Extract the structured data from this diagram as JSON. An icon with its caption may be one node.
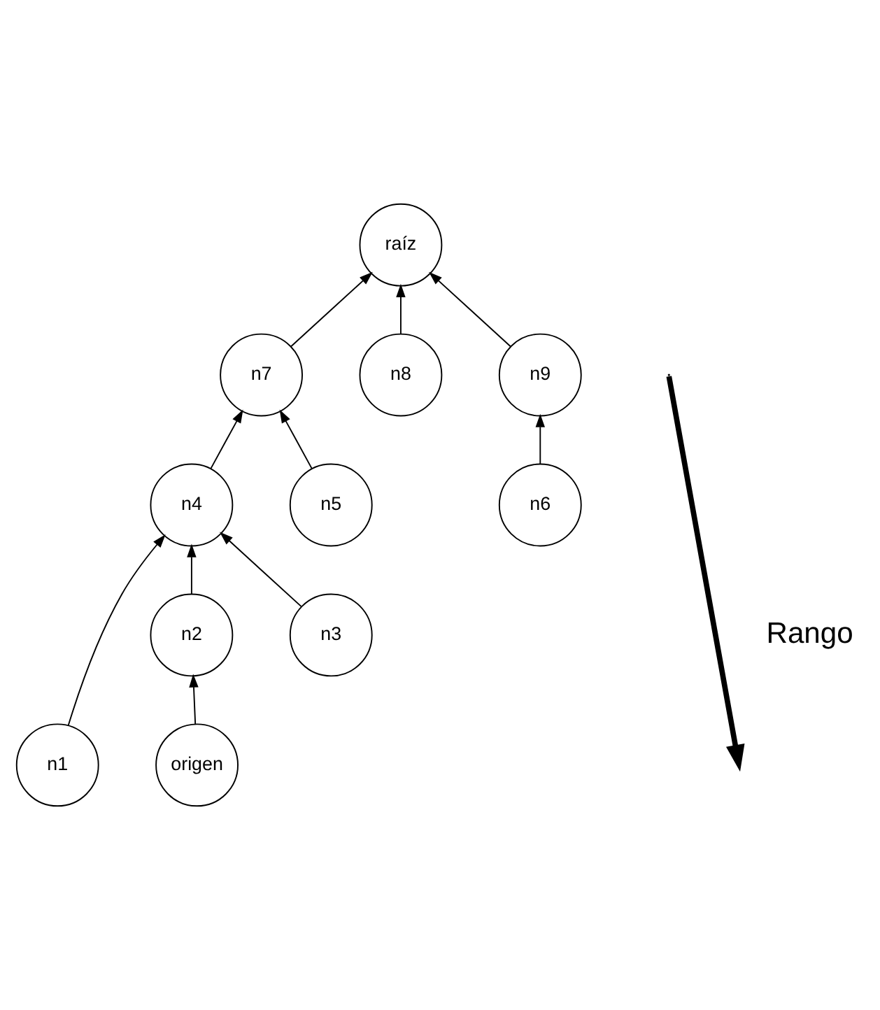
{
  "diagram": {
    "nodes": [
      {
        "text": [
          "raíz"
        ]
      },
      {
        "text": [
          "n7"
        ]
      },
      {
        "text": [
          "n8"
        ]
      },
      {
        "text": [
          "n9"
        ]
      },
      {
        "text": [
          "n4"
        ]
      },
      {
        "text": [
          "n5"
        ]
      },
      {
        "text": [
          "n6"
        ]
      },
      {
        "text": [
          "n1"
        ]
      },
      {
        "text": [
          "n2"
        ]
      },
      {
        "text": [
          "n3"
        ]
      },
      {
        "text": [
          "origen"
        ]
      }
    ],
    "edges": [
      {
        "from": 1,
        "to": 0,
        "arrow": "to"
      },
      {
        "from": 2,
        "to": 0,
        "arrow": "to"
      },
      {
        "from": 3,
        "to": 0,
        "arrow": "to"
      },
      {
        "from": 4,
        "to": 1,
        "arrow": "to"
      },
      {
        "from": 5,
        "to": 1,
        "arrow": "to"
      },
      {
        "from": 6,
        "to": 3,
        "arrow": "to"
      },
      {
        "from": 7,
        "to": 4,
        "arrow": "to"
      },
      {
        "from": 8,
        "to": 4,
        "arrow": "to"
      },
      {
        "from": 9,
        "to": 4,
        "arrow": "to"
      },
      {
        "from": 10,
        "to": 8,
        "arrow": "to"
      }
    ],
    "labels": [
      "Rango"
    ]
  }
}
